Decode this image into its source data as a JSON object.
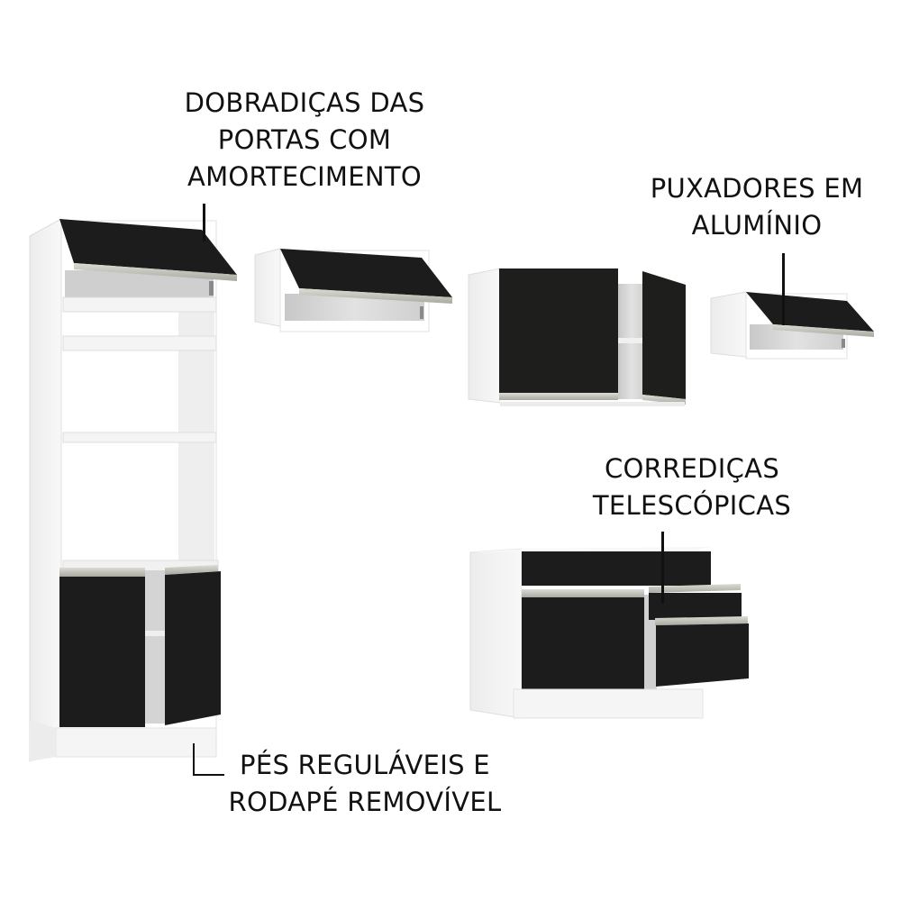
{
  "labels": {
    "hinges": {
      "lines": [
        "DOBRADIÇAS DAS",
        "PORTAS COM",
        "AMORTECIMENTO"
      ]
    },
    "handles": {
      "lines": [
        "PUXADORES EM",
        "ALUMÍNIO"
      ]
    },
    "slides": {
      "lines": [
        "CORREDIÇAS",
        "TELESCÓPICAS"
      ]
    },
    "feet": {
      "lines": [
        "PÉS REGULÁVEIS E",
        "RODAPÉ REMOVÍVEL"
      ]
    }
  },
  "products": [
    {
      "name": "tall-pantry-cabinet",
      "doors": 3,
      "shelves": 3
    },
    {
      "name": "wall-cabinet-flip-up-wide",
      "doors": 1
    },
    {
      "name": "wall-cabinet-two-door",
      "doors": 2
    },
    {
      "name": "wall-cabinet-flip-up-small",
      "doors": 1
    },
    {
      "name": "base-cabinet-drawers",
      "doors": 1,
      "drawers": 3
    }
  ],
  "colors": {
    "background": "#ffffff",
    "carcass": "#f2f2f2",
    "carcass_shadow": "#d9d9d9",
    "door_black": "#1c1c1c",
    "handle_aluminium": "#c9c9c0",
    "text": "#111111"
  }
}
